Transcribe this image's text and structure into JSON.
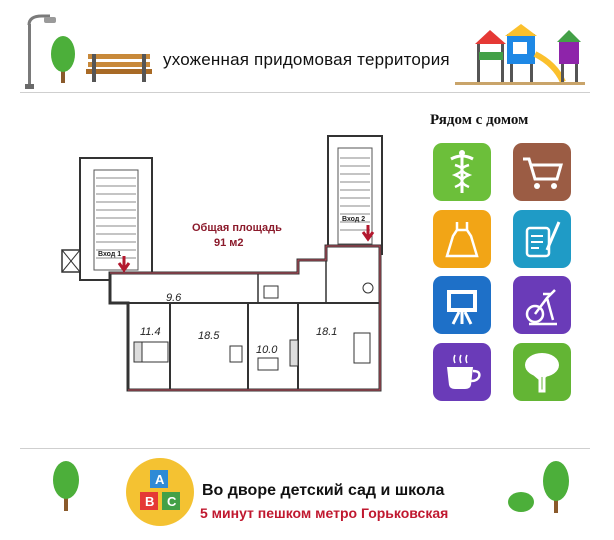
{
  "header": {
    "territory_text": "ухоженная придомовая территория"
  },
  "nearby": {
    "title": "Рядом с домом",
    "tiles": [
      {
        "icon": "medical-caduceus-icon",
        "color": "#6cbf3a"
      },
      {
        "icon": "shopping-cart-icon",
        "color": "#9b5c44"
      },
      {
        "icon": "dress-icon",
        "color": "#f2a516"
      },
      {
        "icon": "art-supplies-icon",
        "color": "#1f9bc6"
      },
      {
        "icon": "easel-icon",
        "color": "#1e70c8"
      },
      {
        "icon": "exercise-bike-icon",
        "color": "#6a3bb8"
      },
      {
        "icon": "coffee-cup-icon",
        "color": "#6a3bb8"
      },
      {
        "icon": "tree-icon",
        "color": "#63b534"
      }
    ]
  },
  "floorplan": {
    "total_area_label": "Общая площадь",
    "total_area_value": "91 м2",
    "entrance1": "Вход 1",
    "entrance2": "Вход 2",
    "rooms": [
      "9.6",
      "11.4",
      "18.5",
      "10.0",
      "18.1"
    ]
  },
  "footer": {
    "blocks": [
      "A",
      "B",
      "C"
    ],
    "line1": "Во дворе детский сад и школа",
    "line2": "5 минут пешком метро Горьковская"
  }
}
